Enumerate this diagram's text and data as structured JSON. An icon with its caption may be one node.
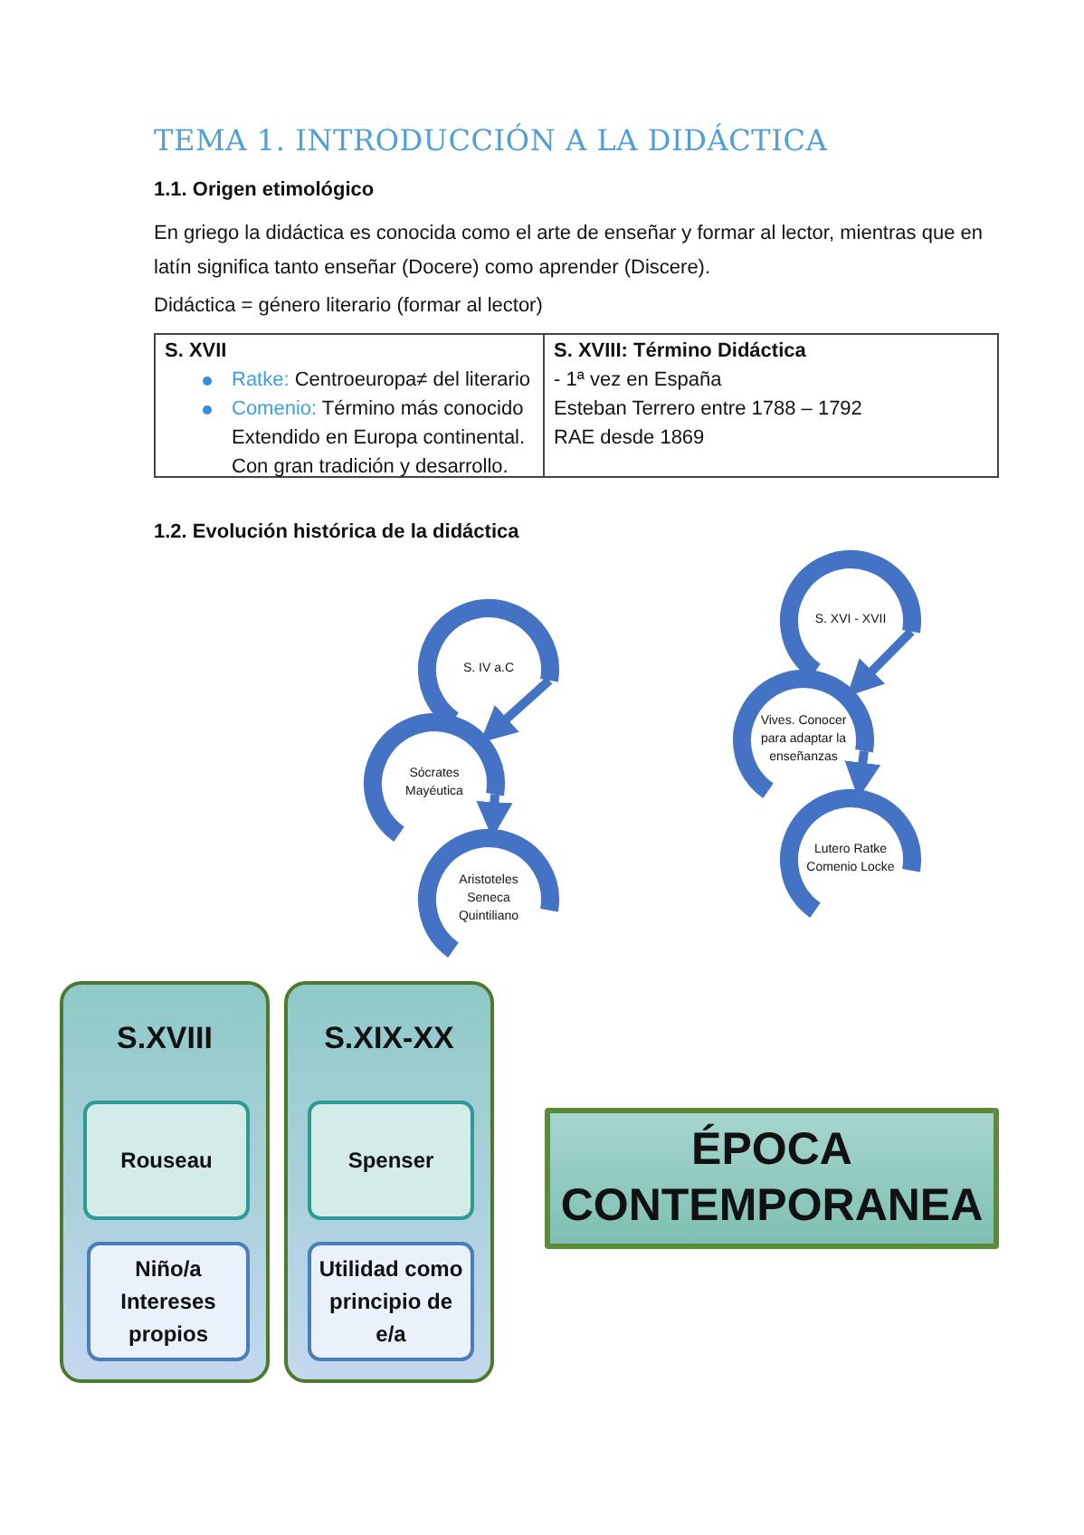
{
  "diagram": {
    "title": "TEMA 1. INTRODUCCIÓN A LA DIDÁCTICA",
    "nodes": [
      {
        "text": [
          "S. IV a.C"
        ]
      },
      {
        "text": [
          "Sócrates Mayéutica"
        ]
      },
      {
        "text": [
          "Aristoteles Seneca Quintiliano"
        ]
      },
      {
        "text": [
          "S. XVI - XVII"
        ]
      },
      {
        "text": [
          "Vives. Conocer para adaptar la enseñanzas"
        ]
      },
      {
        "text": [
          "Lutero Ratke Comenio Locke"
        ]
      },
      {
        "text": [
          "S.XVIII"
        ]
      },
      {
        "text": [
          "Rouseau"
        ],
        "in": 6
      },
      {
        "text": [
          "Niño/a Intereses propios"
        ],
        "in": 6
      },
      {
        "text": [
          "S.XIX-XX"
        ]
      },
      {
        "text": [
          "Spenser"
        ],
        "in": 9
      },
      {
        "text": [
          "Utilidad como principio de e/a"
        ],
        "in": 9
      },
      {
        "text": [
          "ÉPOCA CONTEMPORANEA"
        ]
      }
    ],
    "edges": [
      {
        "from": 0,
        "to": 1,
        "arrow": "to"
      },
      {
        "from": 1,
        "to": 2,
        "arrow": "to"
      },
      {
        "from": 3,
        "to": 4,
        "arrow": "to"
      },
      {
        "from": 4,
        "to": 5,
        "arrow": "to"
      }
    ],
    "labels": [
      "1.1. Origen etimológico",
      "En griego la didáctica es conocida como el arte de enseñar y formar al lector, mientras que en latín significa tanto enseñar (Docere) como aprender (Discere).",
      "Didáctica = género literario (formar al lector)",
      "S. XVII",
      "S. XVIII: Término Didáctica",
      "Ratke: Centroeuropa≠ del literario",
      "- 1ª vez en España",
      "Comenio: Término más conocido Extendido en Europa continental. Con gran tradición y desarrollo.",
      "Esteban Terrero entre 1788 – 1792",
      "RAE desde 1869",
      "1.2. Evolución histórica de la didáctica"
    ]
  }
}
